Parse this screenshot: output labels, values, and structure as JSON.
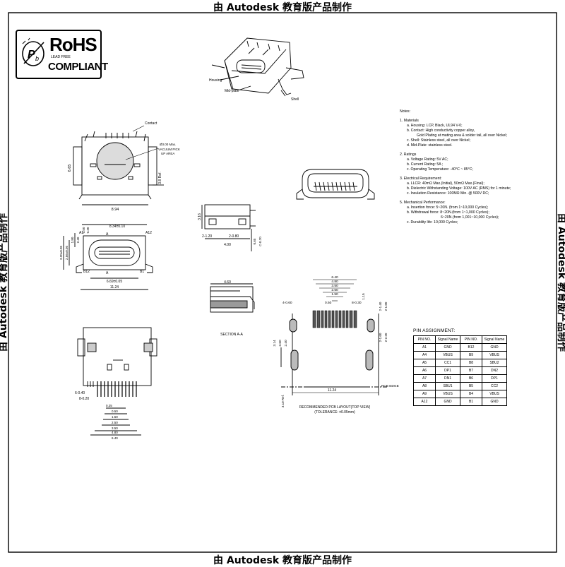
{
  "watermark": {
    "text": "由 Autodesk 教育版产品制作"
  },
  "rohs": {
    "word": "RoHS",
    "lead_free": "LEAD FREE",
    "compliant": "COMPLIANT"
  },
  "iso_labels": {
    "housing": "Housing",
    "mid_plate": "Mid-plate",
    "shell": "Shell"
  },
  "top_view": {
    "contact": "Contact",
    "vacuum_1": "Ø3.00 Max.",
    "vacuum_2": "VACUUM PICK",
    "vacuum_3": "UP AREA",
    "dim_height": "6.65",
    "dim_ref": "3.8 Ref.",
    "dim_width": "8.94"
  },
  "front_view": {
    "dim_opening": "8.34±0.10",
    "a12": "A12",
    "a1": "A1",
    "b12": "B12",
    "b1": "B1",
    "label_a": "A",
    "dim_inner": "6.69±0.05",
    "dim_overall": "11.24",
    "dim_h1": "3.20±0.05",
    "dim_h2": "2.56±0.05",
    "dim_h3": "1.80",
    "dim_h4": "2.40",
    "dim_h5": "0.50",
    "dim_h6": "0.30"
  },
  "side_view": {
    "dim_316": "3.16",
    "dim_120": "2-1.20",
    "dim_080": "2-0.80",
    "dim_400": "4.00",
    "dim_065": "0.65",
    "dim_070": "C-0.70"
  },
  "section": {
    "title": "SECTION A-A",
    "dim": "4.60"
  },
  "bottom_view": {
    "dim_040": "6-0.40",
    "dim_020": "8-0.20",
    "d1": "0.25",
    "d2": "0.50",
    "d3": "1.50",
    "d4": "2.50",
    "d5": "3.50",
    "d6": "4.80",
    "d7": "6.40"
  },
  "pcb": {
    "dims_top": [
      "6.40",
      "4.80",
      "3.50",
      "2.50",
      "1.50",
      "0.50"
    ],
    "dim_030": "8-0.30",
    "dim_115": "1.15",
    "dim_060": "4-0.60",
    "dim_left_1": "3.14",
    "dim_left_2": "3.60",
    "dim_left_3": "2.40",
    "dim_r1": "2-1.40",
    "dim_r2": "2-1.80",
    "dim_r3": "2-1.60",
    "dim_r4": "2-2.20",
    "dim_width": "11.24",
    "dim_ref": "3.10 Ref.",
    "edge": "PCB EDGE",
    "title": "RECOMMENDED PCB LAYOUT(TOP VIEW)",
    "tolerance": "(TOLERANCE: ±0.05mm)"
  },
  "notes": {
    "title": "Notes:",
    "sections": [
      {
        "heading": "1. Materials",
        "lines": [
          {
            "text": "a. Housing: LCP, Black, UL94 V-0;",
            "indent": 1
          },
          {
            "text": "b. Contact: High conductivity copper alloy,",
            "indent": 1
          },
          {
            "text": "Gold Plating at mating area & solder tail, all over Nickel;",
            "indent": 2
          },
          {
            "text": "c. Shell: Stainless steel, all over Nickel;",
            "indent": 1
          },
          {
            "text": "d. Mid-Plate: stainless steel.",
            "indent": 1
          }
        ]
      },
      {
        "heading": "2. Ratings",
        "lines": [
          {
            "text": "a. Voltage Rating: 5V AC;",
            "indent": 1
          },
          {
            "text": "b. Current Rating: 5A ;",
            "indent": 1
          },
          {
            "text": "c. Operating Temperature: -40°C ~ 85°C;",
            "indent": 1
          }
        ]
      },
      {
        "heading": "3. Electrical Requirement:",
        "lines": [
          {
            "text": "a. LLCR: 40mΩ Max.(Initial), 50mΩ Max.(Final);",
            "indent": 1
          },
          {
            "text": "b. Dielectric Withstanding Voltage: 100V AC (RMS) for 1 minute;",
            "indent": 1
          },
          {
            "text": "c. Insulation Resistance: 100MΩ Min. @ 500V DC;",
            "indent": 1
          }
        ]
      },
      {
        "heading": "5. Mechanical Performance:",
        "lines": [
          {
            "text": "a. Insertion force: 5~20N. (from 1~10,000 Cycles);",
            "indent": 1
          },
          {
            "text": "b. Withdrawal force: 8~20N.(from 1~1,000 Cycles);",
            "indent": 1
          },
          {
            "text": "6~20N.(from 1,001~10,000 Cycles);",
            "indent": 3
          },
          {
            "text": "c. Durability life: 10,000 Cycles;",
            "indent": 1
          }
        ]
      }
    ]
  },
  "pin_assignment": {
    "title": "PIN ASSIGNMENT:",
    "headers": [
      "PIN NO.",
      "Signal Name",
      "PIN NO.",
      "Signal Name"
    ],
    "rows": [
      [
        "A1",
        "GND",
        "B12",
        "GND"
      ],
      [
        "A4",
        "VBUS",
        "B9",
        "VBUS"
      ],
      [
        "A5",
        "CC1",
        "B8",
        "SBU2"
      ],
      [
        "A6",
        "DP1",
        "B7",
        "DN2"
      ],
      [
        "A7",
        "DN1",
        "B6",
        "DP1"
      ],
      [
        "A8",
        "SBU1",
        "B5",
        "CC2"
      ],
      [
        "A9",
        "VBUS",
        "B4",
        "VBUS"
      ],
      [
        "A12",
        "GND",
        "B1",
        "GND"
      ]
    ]
  }
}
